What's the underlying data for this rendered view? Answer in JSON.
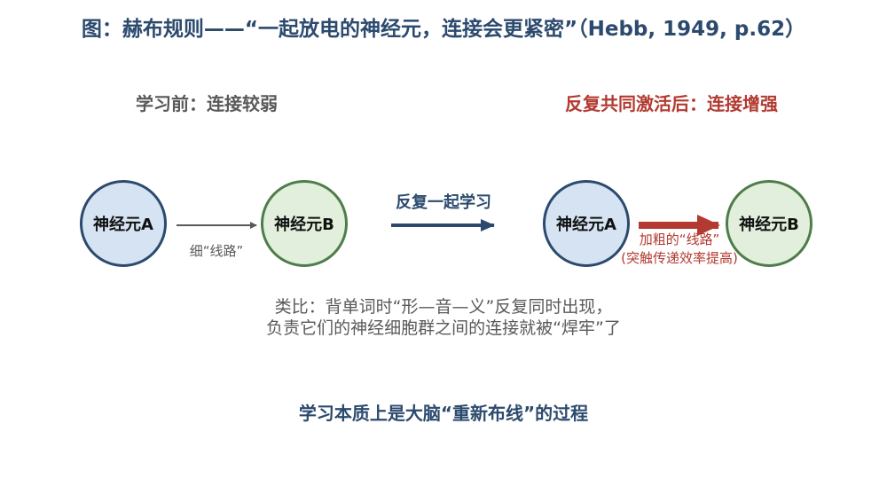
{
  "title": "图：赫布规则——“一起放电的神经元，连接会更紧密”（Hebb, 1949, p.62）",
  "before": {
    "label": "学习前：连接较弱",
    "node_a": "神经元A",
    "node_b": "神经元B",
    "connection_caption": "细“线路”"
  },
  "process": {
    "label": "反复一起学习"
  },
  "after": {
    "label": "反复共同激活后：连接增强",
    "node_a": "神经元A",
    "node_b": "神经元B",
    "connection_caption_line1": "加粗的“线路”",
    "connection_caption_line2": "(突触传递效率提高)"
  },
  "analogy": {
    "line1": "类比：背单词时“形—音—义”反复同时出现，",
    "line2": "负责它们的神经细胞群之间的连接就被“焊牢”了"
  },
  "conclusion": "学习本质上是大脑“重新布线”的过程",
  "colors": {
    "title": "#2c4a6e",
    "node_a_fill": "#d6e3f3",
    "node_a_border": "#2c4a6e",
    "node_b_fill": "#e2efdc",
    "node_b_border": "#4e7d4a",
    "weak_arrow": "#595959",
    "process_arrow": "#2c4a6e",
    "strong_arrow": "#b23a30"
  }
}
